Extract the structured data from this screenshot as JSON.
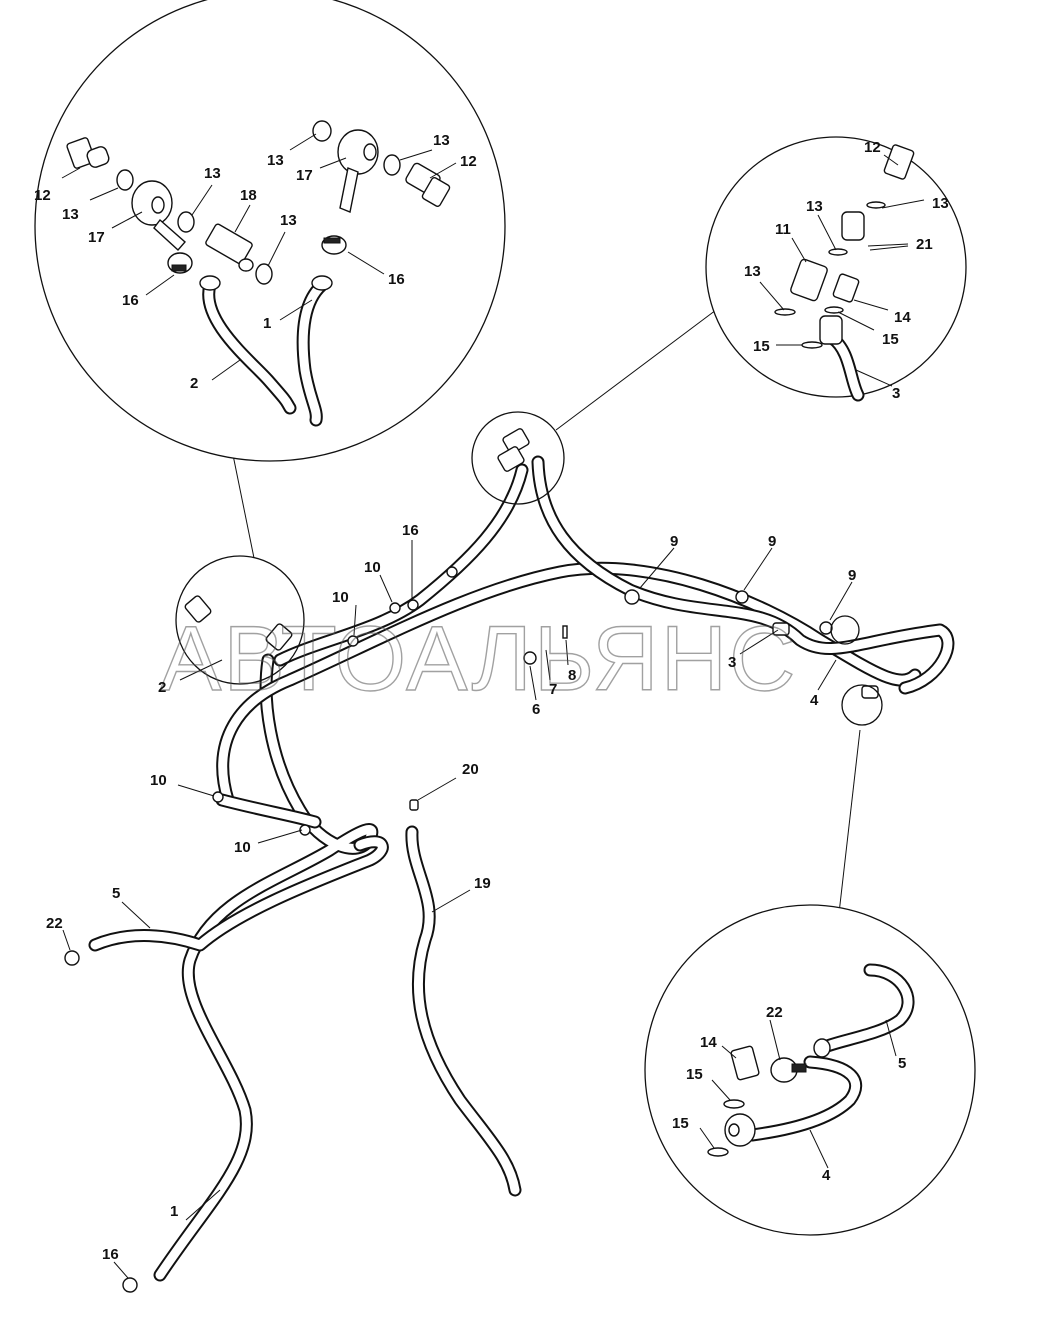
{
  "watermark": "АВТОАЛЬЯНС",
  "callouts": {
    "c1_a": "1",
    "c1_b": "1",
    "c2_a": "2",
    "c2_b": "2",
    "c3_a": "3",
    "c3_b": "3",
    "c4_a": "4",
    "c4_b": "4",
    "c5_a": "5",
    "c5_b": "5",
    "c6": "6",
    "c7": "7",
    "c8": "8",
    "c9_a": "9",
    "c9_b": "9",
    "c9_c": "9",
    "c10_a": "10",
    "c10_b": "10",
    "c10_c": "10",
    "c10_d": "10",
    "c11": "11",
    "c12_a": "12",
    "c12_b": "12",
    "c12_c": "12",
    "c13_a": "13",
    "c13_b": "13",
    "c13_c": "13",
    "c13_d": "13",
    "c13_e": "13",
    "c13_f": "13",
    "c13_g": "13",
    "c13_h": "13",
    "c14_a": "14",
    "c14_b": "14",
    "c15_a": "15",
    "c15_b": "15",
    "c15_c": "15",
    "c15_d": "15",
    "c16_a": "16",
    "c16_b": "16",
    "c16_c": "16",
    "c16_d": "16",
    "c17_a": "17",
    "c17_b": "17",
    "c18": "18",
    "c19": "19",
    "c20": "20",
    "c21": "21",
    "c22_a": "22",
    "c22_b": "22"
  }
}
